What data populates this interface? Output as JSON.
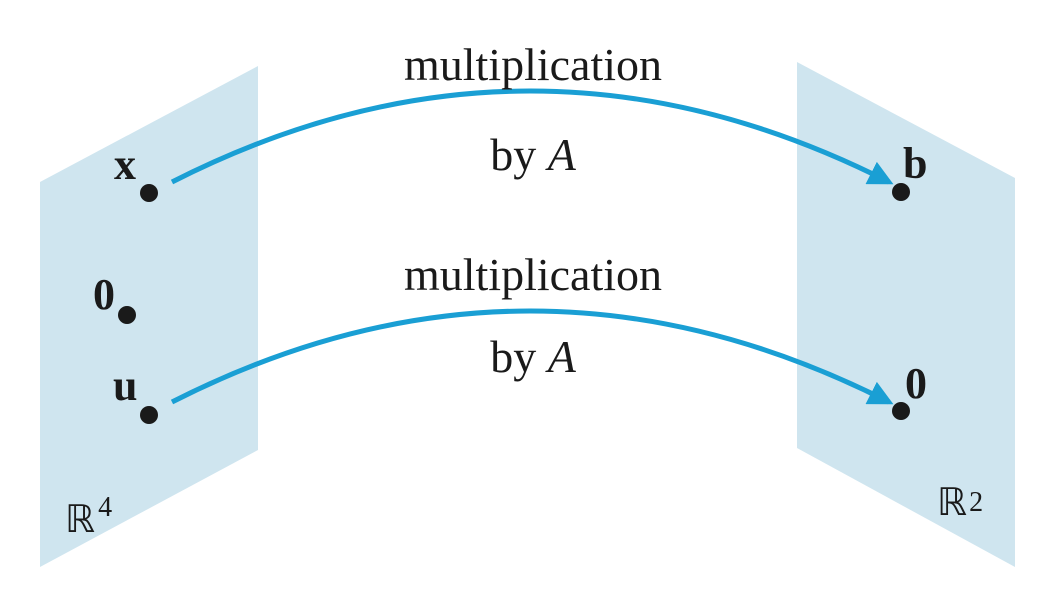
{
  "colors": {
    "plane_fill": "#cfe5ef",
    "arrow": "#1a9fd4",
    "point": "#1a1a1a",
    "text": "#1a1a1a"
  },
  "domain_space": {
    "symbol": "ℝ",
    "exponent": "4"
  },
  "codomain_space": {
    "symbol": "ℝ",
    "exponent": "2"
  },
  "domain_points": {
    "x": "x",
    "zero": "0",
    "u": "u"
  },
  "codomain_points": {
    "b": "b",
    "zero": "0"
  },
  "mappings": [
    {
      "line1": "multiplication",
      "line2_prefix": "by ",
      "line2_matrix": "A"
    },
    {
      "line1": "multiplication",
      "line2_prefix": "by ",
      "line2_matrix": "A"
    }
  ]
}
